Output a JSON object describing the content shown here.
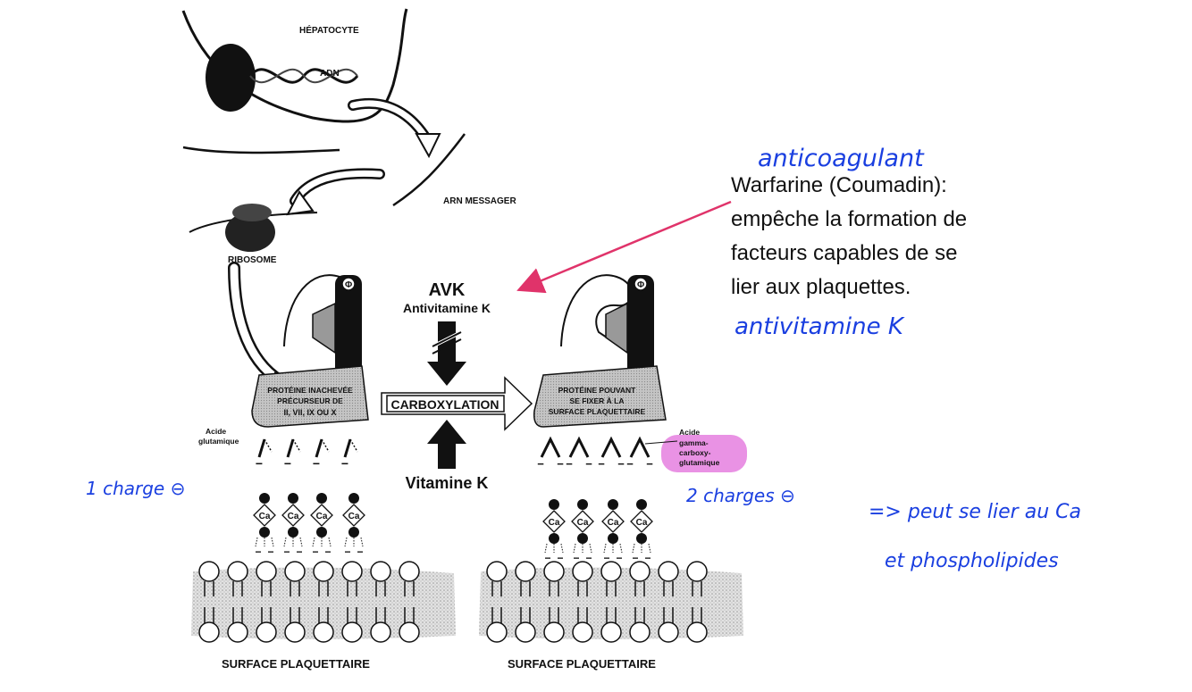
{
  "colors": {
    "ink": "#111111",
    "handwriting": "#1a3fe0",
    "arrow_pink": "#e0336a",
    "highlight_pink": "#e992e4",
    "box_gray": "#bdbdbd",
    "membrane_gray": "#d6d6d6"
  },
  "labels": {
    "hepatocyte": "HÉPATOCYTE",
    "adn": "ADN",
    "arn_messager": "ARN MESSAGER",
    "ribosome": "RIBOSOME",
    "avk": "AVK",
    "antivitamine": "Antivitamine K",
    "carboxylation": "CARBOXYLATION",
    "vitamine_k": "Vitamine K",
    "left_protein": [
      "PROTÉINE INACHEVÉE",
      "PRÉCURSEUR DE",
      "II, VII, IX OU X"
    ],
    "right_protein": [
      "PROTÉINE POUVANT",
      "SE FIXER À LA",
      "SURFACE PLAQUETTAIRE"
    ],
    "acide_glutamique": [
      "Acide",
      "glutamique"
    ],
    "acide_gamma": [
      "Acide",
      "gamma-",
      "carboxy-",
      "glutamique"
    ],
    "ca": "Ca",
    "minus": "−",
    "plus": "+",
    "surface_left": "SURFACE PLAQUETTAIRE",
    "surface_right": "SURFACE PLAQUETTAIRE",
    "phi": "Φ"
  },
  "note": {
    "lines": [
      "Warfarine (Coumadin):",
      "empêche la formation de",
      "facteurs capables de se",
      "lier aux plaquettes."
    ]
  },
  "handwriting": {
    "anticoagulant": "anticoagulant",
    "antivitamine": "antivitamine K",
    "one_charge": "1 charge ⊖",
    "two_charges": "2 charges ⊖",
    "bind_ca": "=> peut se lier au Ca",
    "phospholipids": "et phospholipides"
  }
}
